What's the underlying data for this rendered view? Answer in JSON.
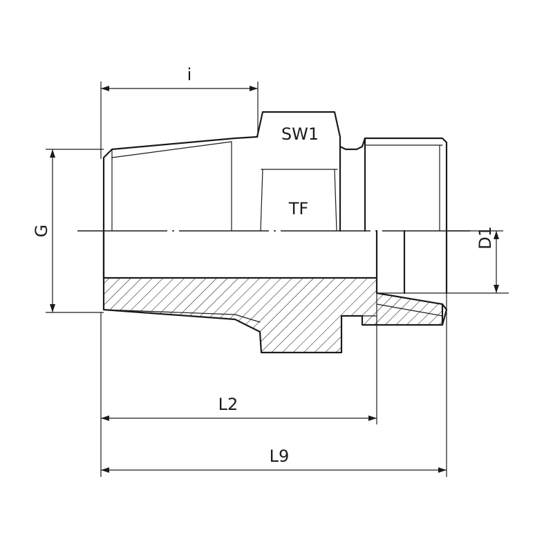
{
  "labels": {
    "i": "i",
    "sw1": "SW1",
    "tf": "TF",
    "g": "G",
    "d1": "D1",
    "l2": "L2",
    "l9": "L9"
  },
  "colors": {
    "line": "#1a1a1a",
    "background": "#ffffff"
  }
}
